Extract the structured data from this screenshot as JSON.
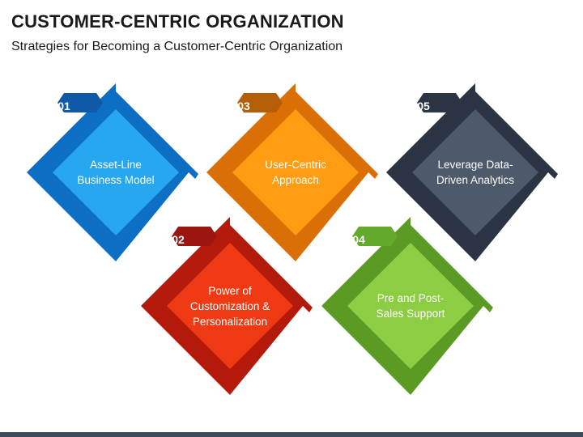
{
  "header": {
    "title": "CUSTOMER-CENTRIC ORGANIZATION",
    "subtitle": "Strategies for Becoming a Customer-Centric Organization"
  },
  "cards": [
    {
      "number": "01",
      "label": "Asset-Line Business Model",
      "light": "#27a7ef",
      "dark": "#0d6fc4",
      "badge": "#0e5aa6"
    },
    {
      "number": "02",
      "label": "Power of Customization & Personalization",
      "light": "#f03a14",
      "dark": "#b31a0c",
      "badge": "#9c1610"
    },
    {
      "number": "03",
      "label": "User-Centric Approach",
      "light": "#ff9c12",
      "dark": "#d96f05",
      "badge": "#b55e08"
    },
    {
      "number": "04",
      "label": "Pre and Post-Sales Support",
      "light": "#8ccd43",
      "dark": "#5b9a23",
      "badge": "#62a92c"
    },
    {
      "number": "05",
      "label": "Leverage Data-Driven Analytics",
      "light": "#4c5a6c",
      "dark": "#2a3443",
      "badge": "#2b3544"
    }
  ]
}
